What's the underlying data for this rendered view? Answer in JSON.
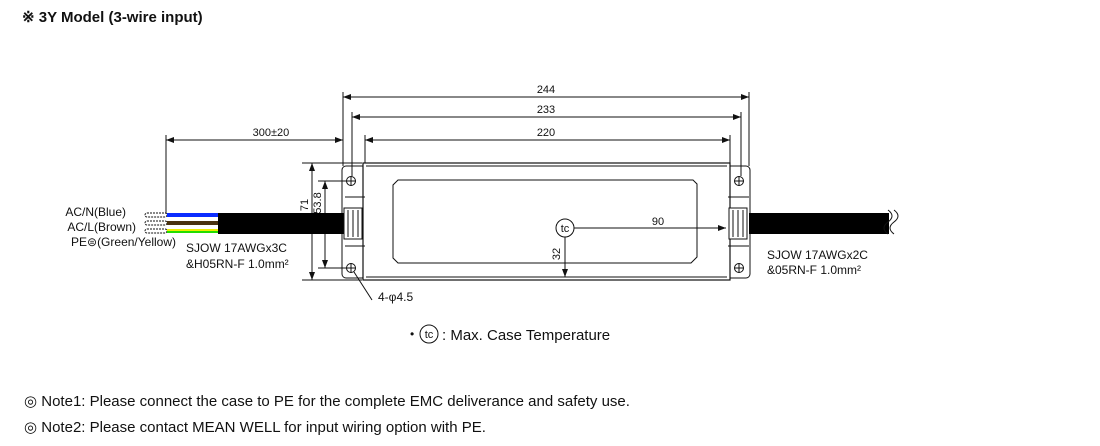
{
  "title": "※ 3Y Model (3-wire input)",
  "dimensions": {
    "overall_length": "244",
    "mount_hole_spacing": "233",
    "body_length": "220",
    "input_cable_length": "300±20",
    "width": "71",
    "mount_hole_width": "53.8",
    "tc_from_end": "90",
    "tc_from_edge": "32",
    "mount_holes": "4-φ4.5"
  },
  "input_wires": [
    {
      "label": "AC/N(Blue)",
      "color": "#0a2cff"
    },
    {
      "label": "AC/L(Brown)",
      "color": "#4a3210"
    },
    {
      "label": "PE⊜(Green/Yellow)",
      "color": "#22dd00",
      "color2": "#eeee00"
    }
  ],
  "input_cable": {
    "line1": "SJOW 17AWGx3C",
    "line2": "&H05RN-F 1.0mm²"
  },
  "output_cable": {
    "line1": "SJOW 17AWGx2C",
    "line2": "&05RN-F 1.0mm²"
  },
  "tc_marker": "tc",
  "legend": {
    "bullet": "•",
    "text": ": Max. Case Temperature"
  },
  "notes": [
    "◎ Note1: Please connect the case to PE for the complete EMC deliverance and safety use.",
    "◎ Note2: Please contact MEAN WELL for input wiring option with PE."
  ]
}
